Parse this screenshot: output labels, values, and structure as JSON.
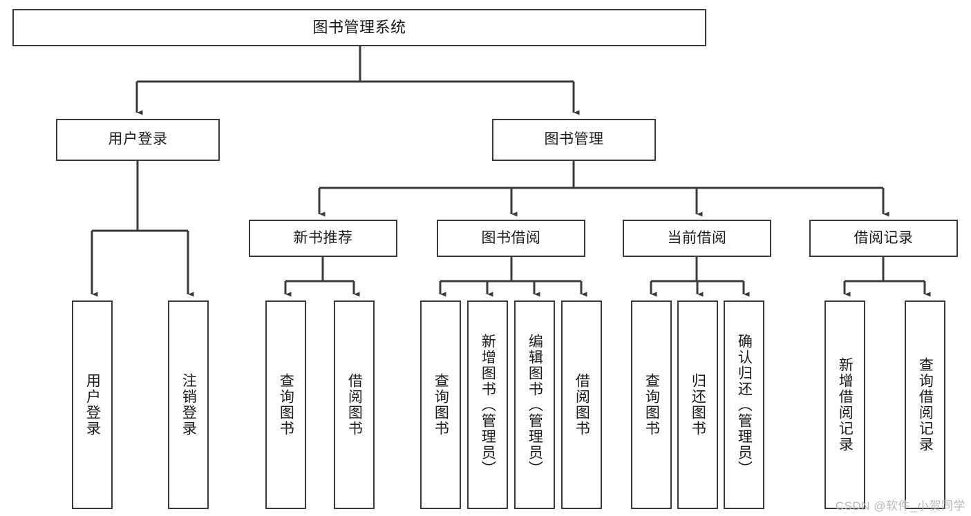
{
  "diagram": {
    "title": "图书管理系统",
    "type": "tree-hierarchy-chart",
    "watermark": "CSDN @软件_小贺同学",
    "accent_color": "#3a3a3a",
    "background_color": "#ffffff",
    "text_color": "#1a1a1a"
  },
  "nodes": {
    "root": {
      "label": "图书管理系统"
    },
    "level2": [
      {
        "label": "用户登录"
      },
      {
        "label": "图书管理"
      }
    ],
    "level3": [
      {
        "label": "新书推荐"
      },
      {
        "label": "图书借阅"
      },
      {
        "label": "当前借阅"
      },
      {
        "label": "借阅记录"
      }
    ],
    "leaves": {
      "user_login": [
        {
          "label": "用户登录"
        },
        {
          "label": "注销登录"
        }
      ],
      "new_book": [
        {
          "label": "查询图书"
        },
        {
          "label": "借阅图书"
        }
      ],
      "book_borrow": [
        {
          "label": "查询图书"
        },
        {
          "label": "新增图书（管理员）"
        },
        {
          "label": "编辑图书（管理员）"
        },
        {
          "label": "借阅图书"
        }
      ],
      "current_borrow": [
        {
          "label": "查询图书"
        },
        {
          "label": "归还图书"
        },
        {
          "label": "确认归还（管理员）"
        }
      ],
      "borrow_record": [
        {
          "label": "新增借阅记录"
        },
        {
          "label": "查询借阅记录"
        }
      ]
    }
  }
}
